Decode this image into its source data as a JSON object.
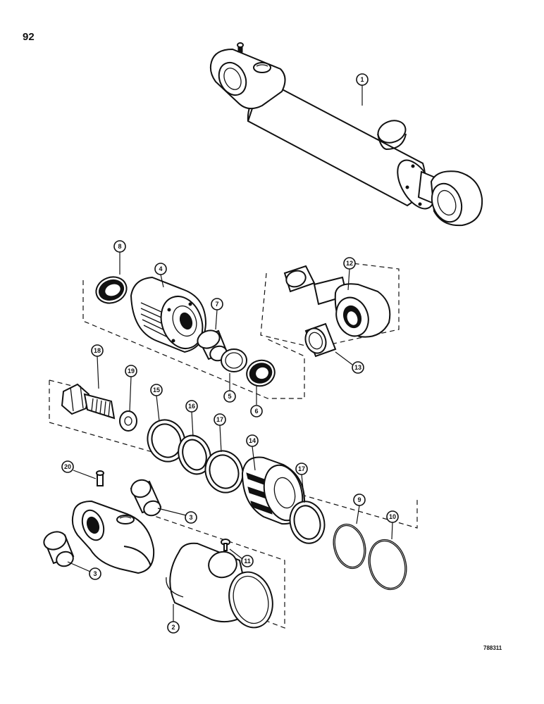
{
  "page": {
    "number": "92",
    "reference": "788311"
  },
  "callouts": [
    {
      "id": "c1",
      "label": "1"
    },
    {
      "id": "c2",
      "label": "2"
    },
    {
      "id": "c3a",
      "label": "3"
    },
    {
      "id": "c3b",
      "label": "3"
    },
    {
      "id": "c4",
      "label": "4"
    },
    {
      "id": "c5",
      "label": "5"
    },
    {
      "id": "c6",
      "label": "6"
    },
    {
      "id": "c7",
      "label": "7"
    },
    {
      "id": "c8",
      "label": "8"
    },
    {
      "id": "c9",
      "label": "9"
    },
    {
      "id": "c10",
      "label": "10"
    },
    {
      "id": "c11",
      "label": "11"
    },
    {
      "id": "c12",
      "label": "12"
    },
    {
      "id": "c13",
      "label": "13"
    },
    {
      "id": "c14",
      "label": "14"
    },
    {
      "id": "c15",
      "label": "15"
    },
    {
      "id": "c16",
      "label": "16"
    },
    {
      "id": "c17a",
      "label": "17"
    },
    {
      "id": "c17b",
      "label": "17"
    },
    {
      "id": "c18",
      "label": "18"
    },
    {
      "id": "c19",
      "label": "19"
    },
    {
      "id": "c20",
      "label": "20"
    }
  ]
}
